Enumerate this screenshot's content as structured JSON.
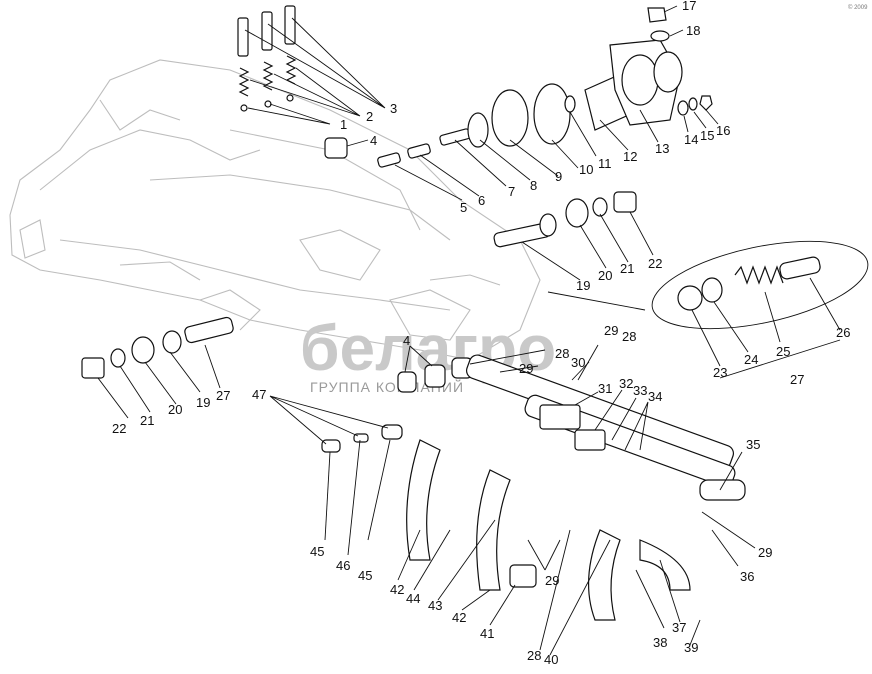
{
  "watermark": {
    "brand": "белагро",
    "subtitle": "ГРУППА КОМПАНИЙ"
  },
  "corner_mark": "© 2009",
  "labels": {
    "l1": "1",
    "l2": "2",
    "l3": "3",
    "l4a": "4",
    "l4b": "4",
    "l5": "5",
    "l6": "6",
    "l7": "7",
    "l8": "8",
    "l9": "9",
    "l10": "10",
    "l11": "11",
    "l12": "12",
    "l13": "13",
    "l14": "14",
    "l15": "15",
    "l16": "16",
    "l17": "17",
    "l18": "18",
    "l19a": "19",
    "l19b": "19",
    "l20a": "20",
    "l20b": "20",
    "l21a": "21",
    "l21b": "21",
    "l22a": "22",
    "l22b": "22",
    "l23": "23",
    "l24": "24",
    "l25": "25",
    "l26": "26",
    "l27a": "27",
    "l27b": "27",
    "l28a": "28",
    "l28b": "28",
    "l28c": "28",
    "l29a": "29",
    "l29b": "29",
    "l29c": "29",
    "l29d": "29",
    "l30": "30",
    "l31": "31",
    "l32": "32",
    "l33": "33",
    "l34": "34",
    "l35": "35",
    "l36": "36",
    "l37": "37",
    "l38": "38",
    "l39": "39",
    "l40": "40",
    "l41": "41",
    "l42a": "42",
    "l42b": "42",
    "l43": "43",
    "l44": "44",
    "l45a": "45",
    "l45b": "45",
    "l46": "46",
    "l47": "47"
  }
}
